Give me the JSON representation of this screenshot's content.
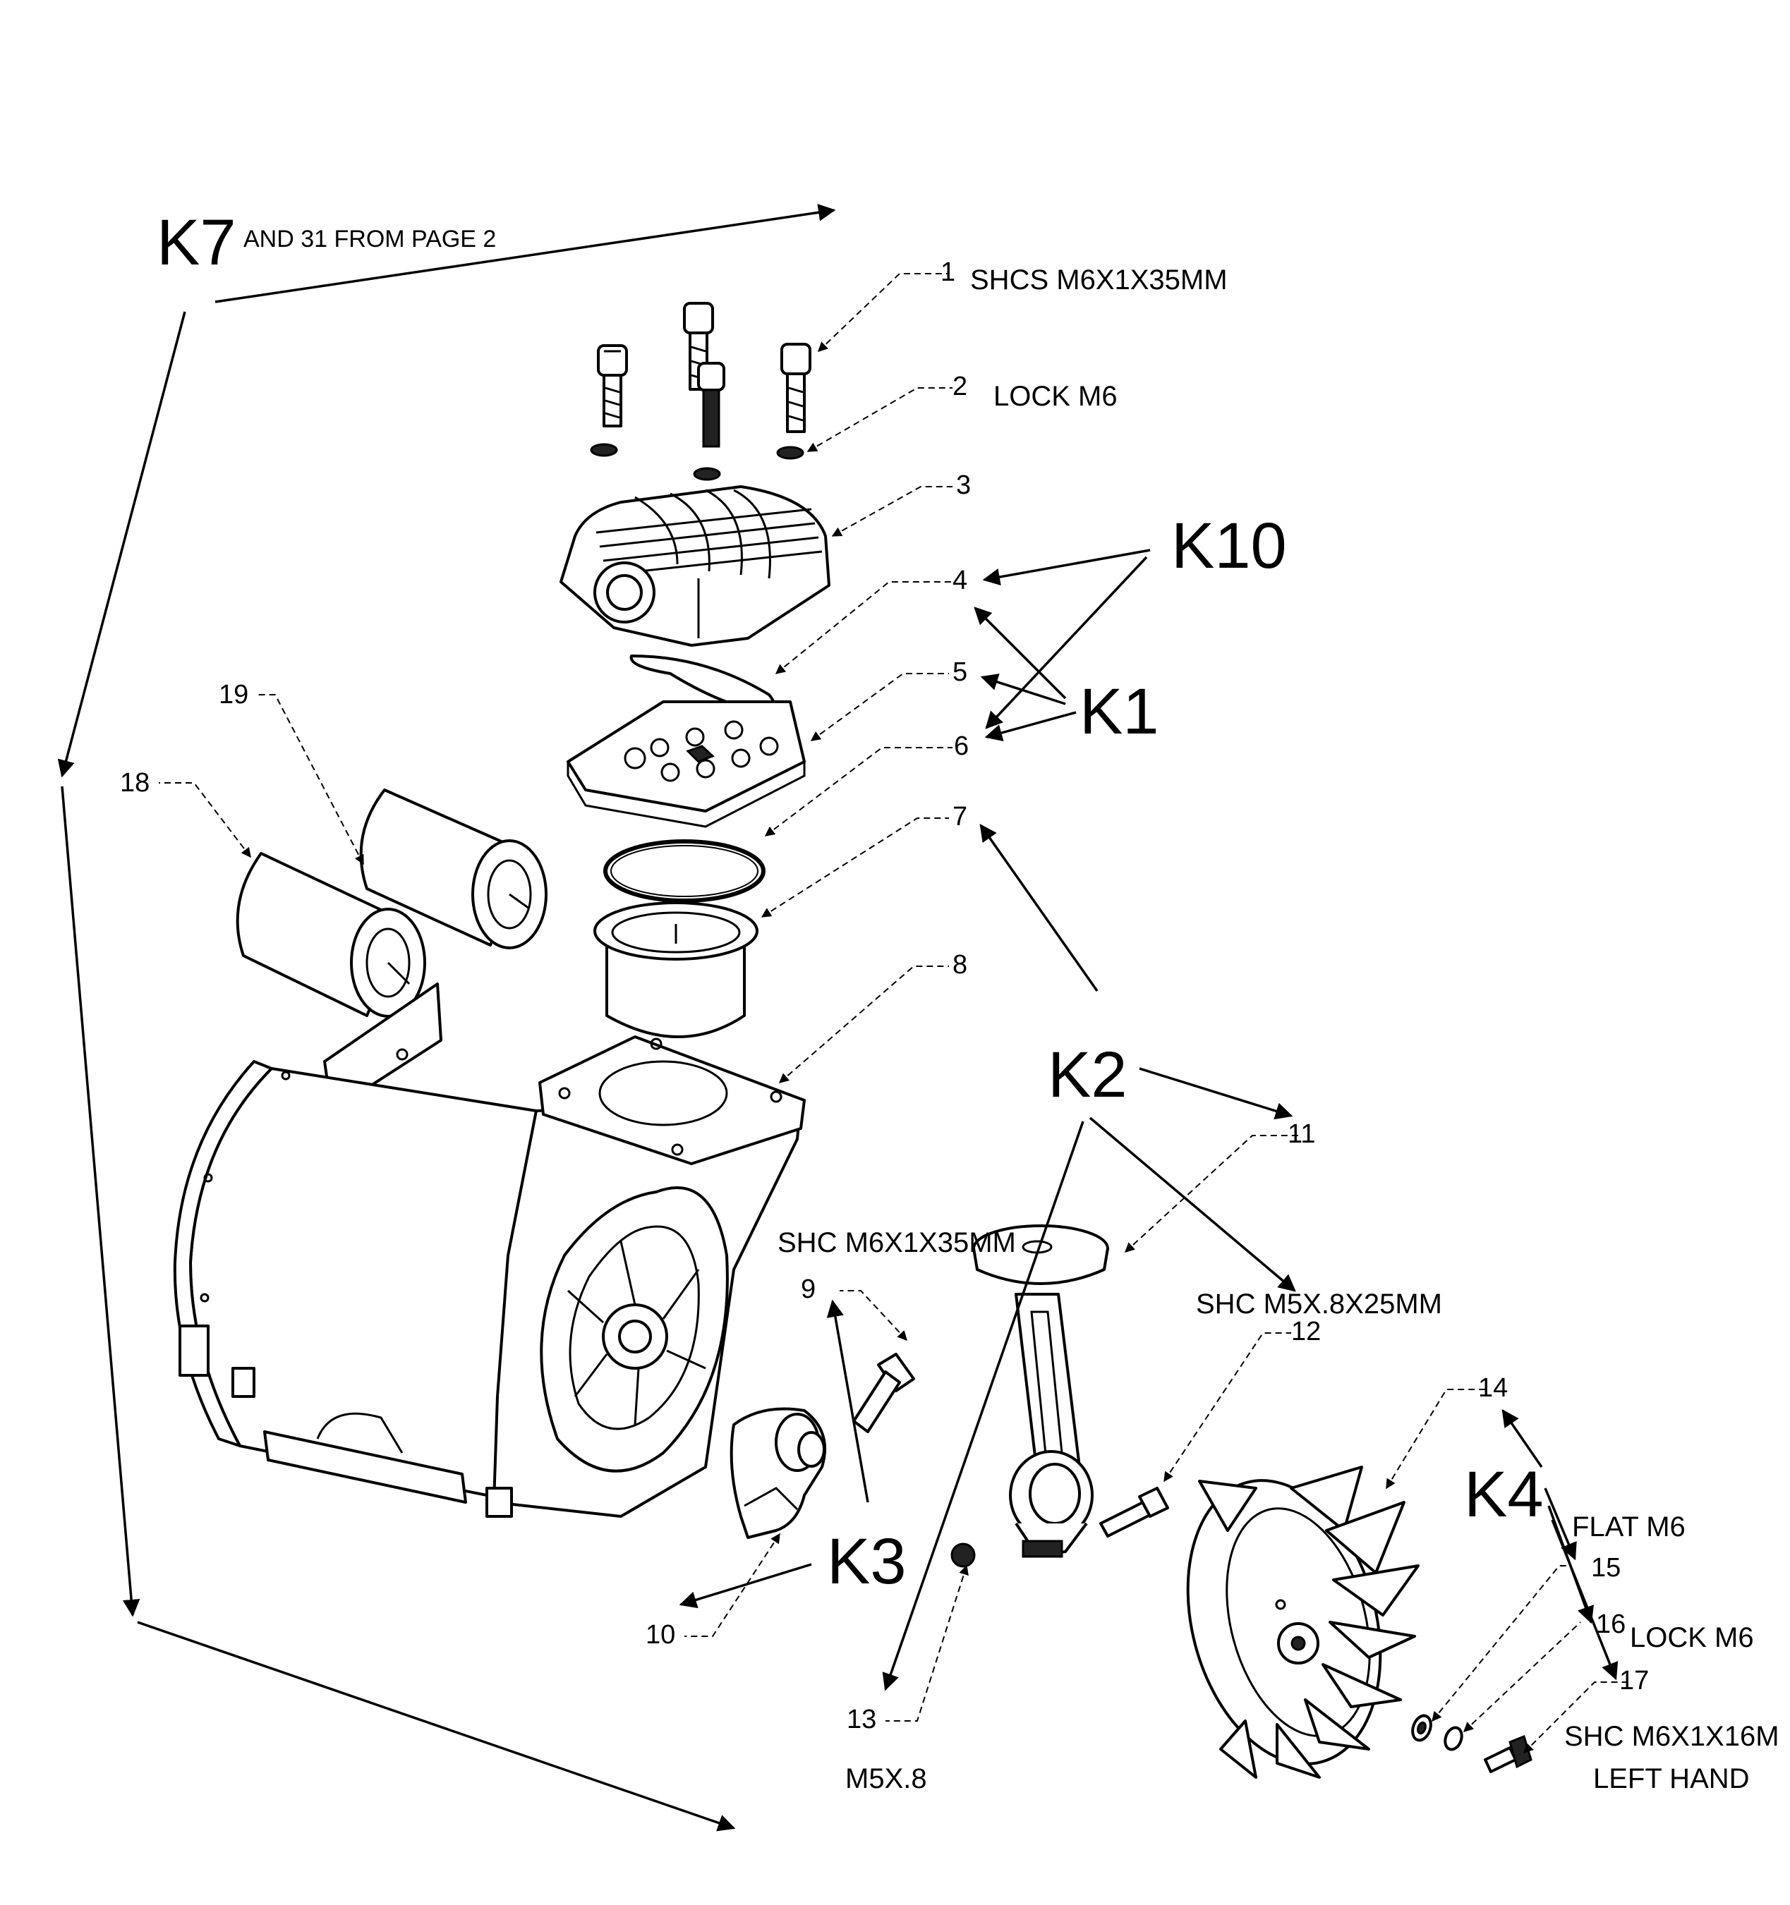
{
  "diagram": {
    "kits": {
      "k7": "K7",
      "k7_note": "AND 31 FROM PAGE 2",
      "k10": "K10",
      "k1": "K1",
      "k2": "K2",
      "k3": "K3",
      "k4": "K4"
    },
    "parts": {
      "p1": "1",
      "p2": "2",
      "p3": "3",
      "p4": "4",
      "p5": "5",
      "p6": "6",
      "p7": "7",
      "p8": "8",
      "p9": "9",
      "p10": "10",
      "p11": "11",
      "p12": "12",
      "p13": "13",
      "p14": "14",
      "p15": "15",
      "p16": "16",
      "p17": "17",
      "p18": "18",
      "p19": "19"
    },
    "descriptions": {
      "p1": "SHCS M6X1X35MM",
      "p2": "LOCK M6",
      "p9": "SHC M6X1X35MM",
      "p12": "SHC M5X.8X25MM",
      "p13": "M5X.8",
      "p15": "FLAT M6",
      "p16": "LOCK M6",
      "p17_line1": "SHC M6X1X16M",
      "p17_line2": "LEFT HAND"
    }
  }
}
